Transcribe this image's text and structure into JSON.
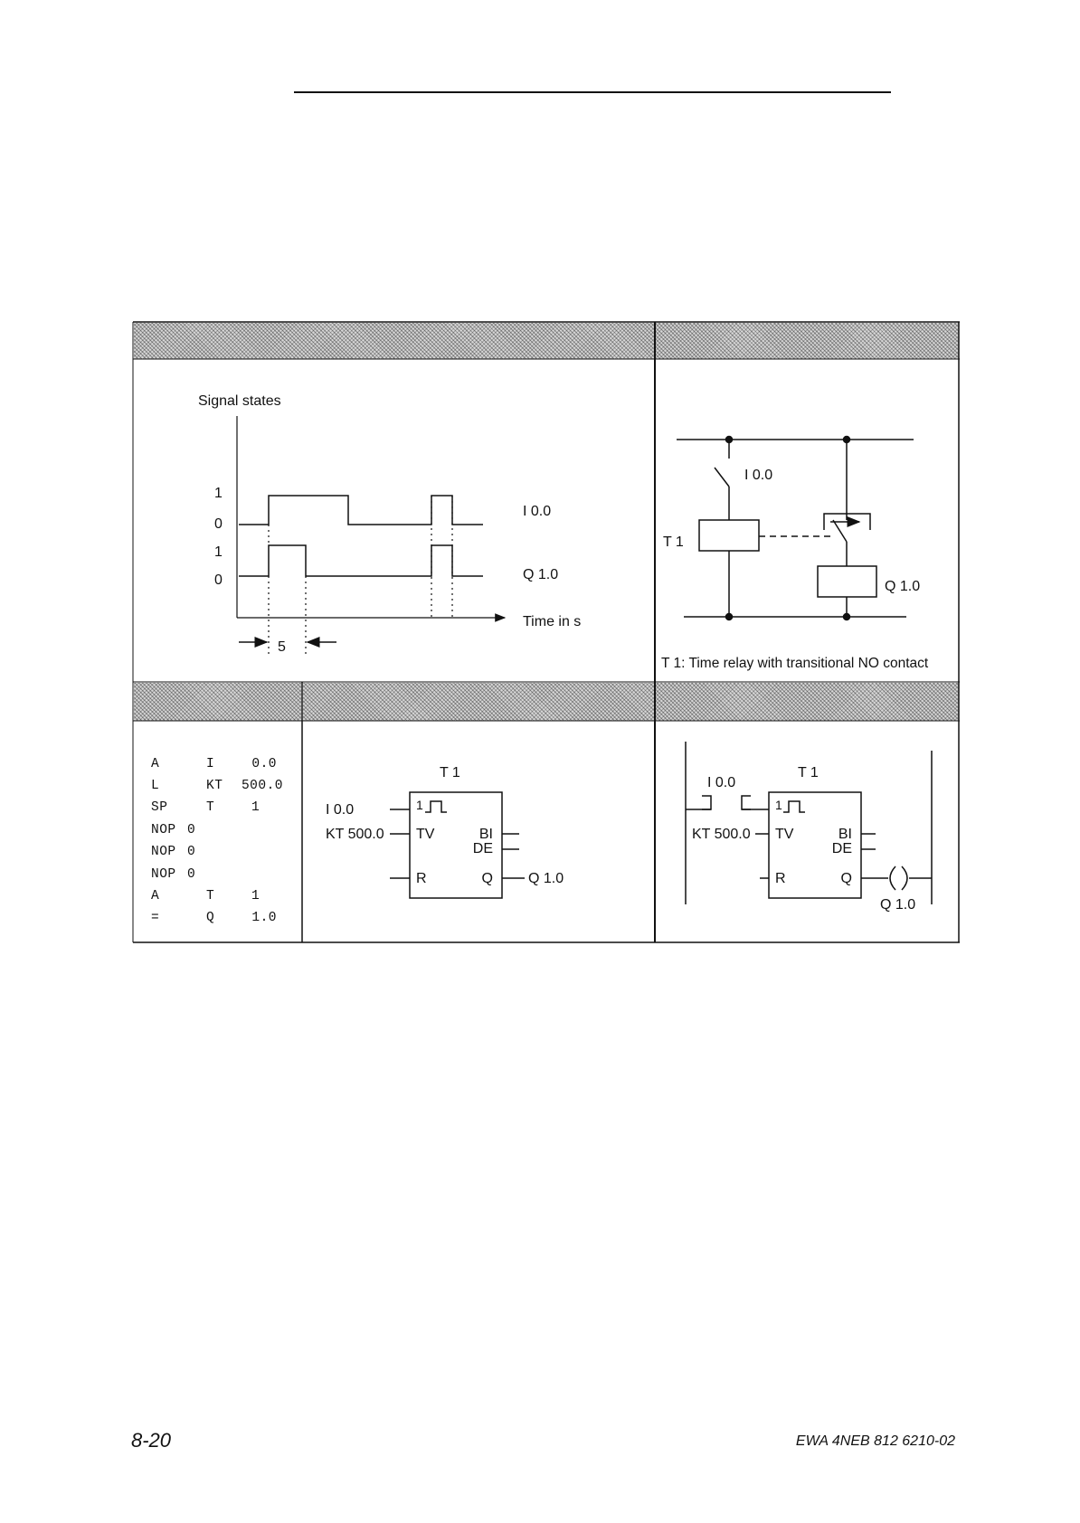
{
  "timing_diagram": {
    "title": "Signal states",
    "level_labels": [
      "1",
      "0",
      "1",
      "0"
    ],
    "signal_labels": {
      "input": "I 0.0",
      "output": "Q 1.0"
    },
    "time_axis_label": "Time in s",
    "pulse_duration": "5"
  },
  "relay_diagram": {
    "input_label": "I 0.0",
    "relay_label": "T 1",
    "output_label": "Q 1.0",
    "caption": "T 1:  Time relay with transitional NO contact"
  },
  "statement_list": {
    "rows": [
      [
        "A",
        "I",
        "0.0"
      ],
      [
        "L",
        "KT",
        "500.0"
      ],
      [
        "SP",
        "T",
        "1"
      ],
      [
        "NOP",
        "0",
        ""
      ],
      [
        "NOP",
        "0",
        ""
      ],
      [
        "NOP",
        "0",
        ""
      ],
      [
        "A",
        "T",
        "1"
      ],
      [
        "=",
        "Q",
        "1.0"
      ]
    ]
  },
  "control_system_flowchart": {
    "timer_label": "T 1",
    "start_input": "I 0.0",
    "time_value": "KT 500.0",
    "pin_start": "1",
    "pin_tv": "TV",
    "pin_r": "R",
    "pin_bi": "BI",
    "pin_de": "DE",
    "pin_q": "Q",
    "output_label": "Q 1.0"
  },
  "ladder_diagram": {
    "timer_label": "T 1",
    "contact_label": "I 0.0",
    "time_value": "KT 500.0",
    "pin_start": "1",
    "pin_tv": "TV",
    "pin_r": "R",
    "pin_bi": "BI",
    "pin_de": "DE",
    "pin_q": "Q",
    "coil_label": "Q 1.0"
  },
  "footer": {
    "page_number": "8-20",
    "doc_id": "EWA 4NEB 812 6210-02"
  }
}
